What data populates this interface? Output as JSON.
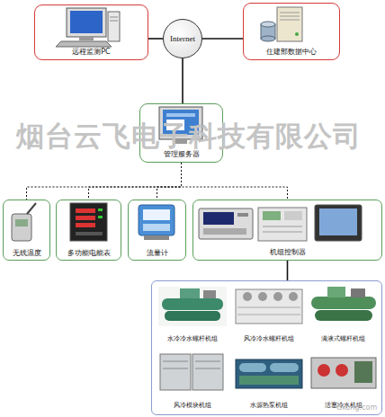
{
  "diagram": {
    "nodes": [
      {
        "text": [
          "远程监测PC"
        ]
      },
      {
        "text": [
          "Internet"
        ]
      },
      {
        "text": [
          "住建部数据中心"
        ]
      },
      {
        "text": [
          "管理服务器"
        ]
      },
      {
        "text": [
          "无线温度"
        ]
      },
      {
        "text": [
          "多功能电能表"
        ]
      },
      {
        "text": [
          "流量计"
        ]
      },
      {
        "text": [
          "机组控制器"
        ]
      },
      {
        "text": []
      },
      {
        "text": [
          "水冷冷水螺杆机组"
        ],
        "in": 8
      },
      {
        "text": [
          "风冷冷水螺杆机组"
        ],
        "in": 8
      },
      {
        "text": [
          "满液式螺杆机组"
        ],
        "in": 8
      },
      {
        "text": [
          "风冷模块机组"
        ],
        "in": 8
      },
      {
        "text": [
          "水源热泵机组"
        ],
        "in": 8
      },
      {
        "text": [
          "活塞冷水机组"
        ],
        "in": 8
      }
    ],
    "edges": [
      {
        "from": 0,
        "to": 1,
        "arrow": "none"
      },
      {
        "from": 1,
        "to": 2,
        "arrow": "none"
      },
      {
        "from": 1,
        "to": 3,
        "arrow": "none"
      },
      {
        "from": 3,
        "to": 4,
        "arrow": "none"
      },
      {
        "from": 3,
        "to": 5,
        "arrow": "none"
      },
      {
        "from": 3,
        "to": 6,
        "arrow": "none"
      },
      {
        "from": 3,
        "to": 7,
        "arrow": "none"
      },
      {
        "from": 7,
        "to": 8,
        "arrow": "none"
      }
    ],
    "labels": [
      "烟台云飞电子科技有限公司",
      "Gkong.com"
    ]
  }
}
